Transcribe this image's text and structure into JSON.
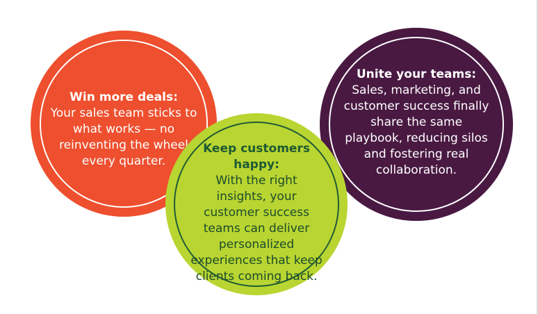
{
  "circles": {
    "win": {
      "heading": "Win more deals:",
      "body": "Your sales team sticks to what works — no reinventing the wheel every quarter.",
      "color": "#ee4f2e"
    },
    "unite": {
      "heading": "Unite your teams:",
      "body": "Sales, marketing, and customer success finally share the same playbook, reducing silos and fostering real collaboration.",
      "color": "#491942"
    },
    "happy": {
      "heading": "Keep customers happy:",
      "body": "With the right insights, your customer success teams can deliver personalized experiences that keep clients coming back.",
      "color": "#b9d531"
    }
  }
}
